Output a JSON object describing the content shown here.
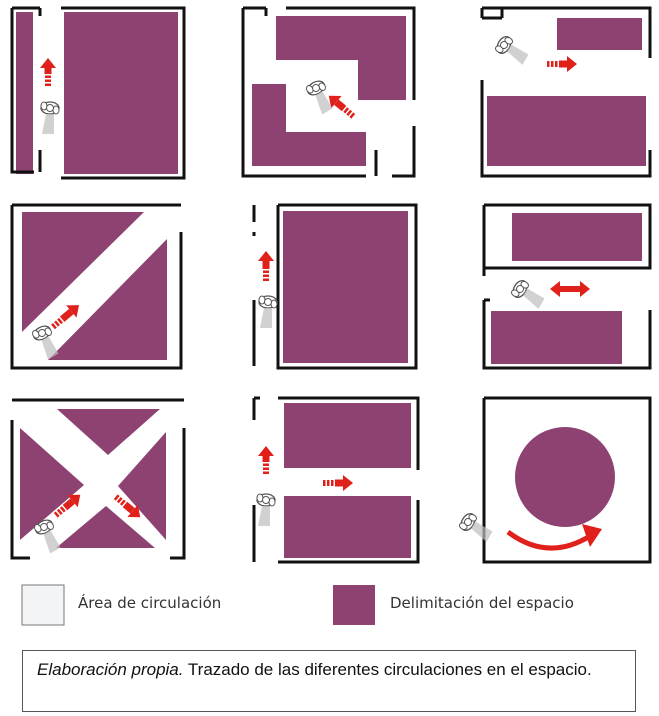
{
  "colors": {
    "space": "#8e4272",
    "circulation": "#f3f4f6",
    "arrow": "#e0201b",
    "wall": "#111111",
    "person": "#8a8a8a"
  },
  "legend": {
    "circulation_label": "Área de circulación",
    "space_label": "Delimitación del espacio"
  },
  "caption": {
    "italic": "Elaboración propia.",
    "text": " Trazado de las diferentes circulaciones en el espacio."
  },
  "diagrams": [
    {
      "name": "left-corridor-vertical",
      "arrows": [
        "up"
      ]
    },
    {
      "name": "corner-interlocking",
      "arrows": [
        "up-left"
      ]
    },
    {
      "name": "horizontal-corridor-top",
      "arrows": [
        "right"
      ]
    },
    {
      "name": "diagonal-corridor",
      "arrows": [
        "up-right"
      ]
    },
    {
      "name": "vertical-corridor-left",
      "arrows": [
        "up"
      ]
    },
    {
      "name": "horizontal-corridor-middle",
      "arrows": [
        "left-right"
      ]
    },
    {
      "name": "x-cross-corridor",
      "arrows": [
        "up-right",
        "down-right"
      ]
    },
    {
      "name": "t-corridor",
      "arrows": [
        "up",
        "right"
      ]
    },
    {
      "name": "circular-circulation",
      "arrows": [
        "curve-right"
      ]
    }
  ]
}
